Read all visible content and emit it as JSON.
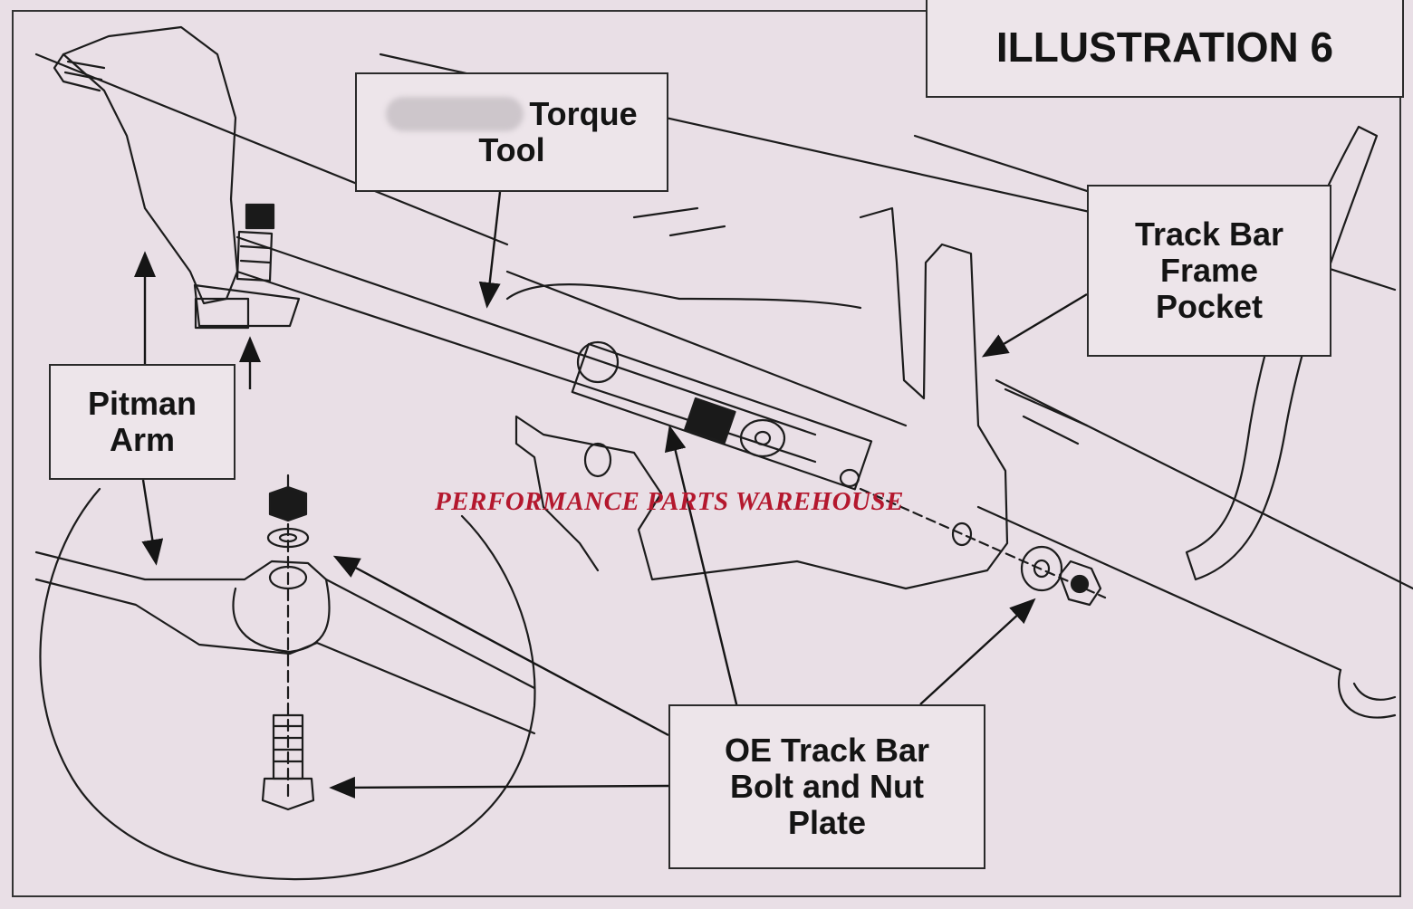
{
  "title": "ILLUSTRATION 6",
  "labels": {
    "torque_tool": {
      "line1": "Torque",
      "line2": "Tool"
    },
    "track_bar_frame_pocket": {
      "line1": "Track Bar",
      "line2": "Frame",
      "line3": "Pocket"
    },
    "pitman_arm": {
      "line1": "Pitman",
      "line2": "Arm"
    },
    "oe_track_bar_bolt": {
      "line1": "OE Track Bar",
      "line2": "Bolt and Nut",
      "line3": "Plate"
    }
  },
  "watermark": "PERFORMANCE PARTS WAREHOUSE",
  "colors": {
    "background": "#e9dfe6",
    "ink": "#141414",
    "watermark": "#b4182e"
  }
}
